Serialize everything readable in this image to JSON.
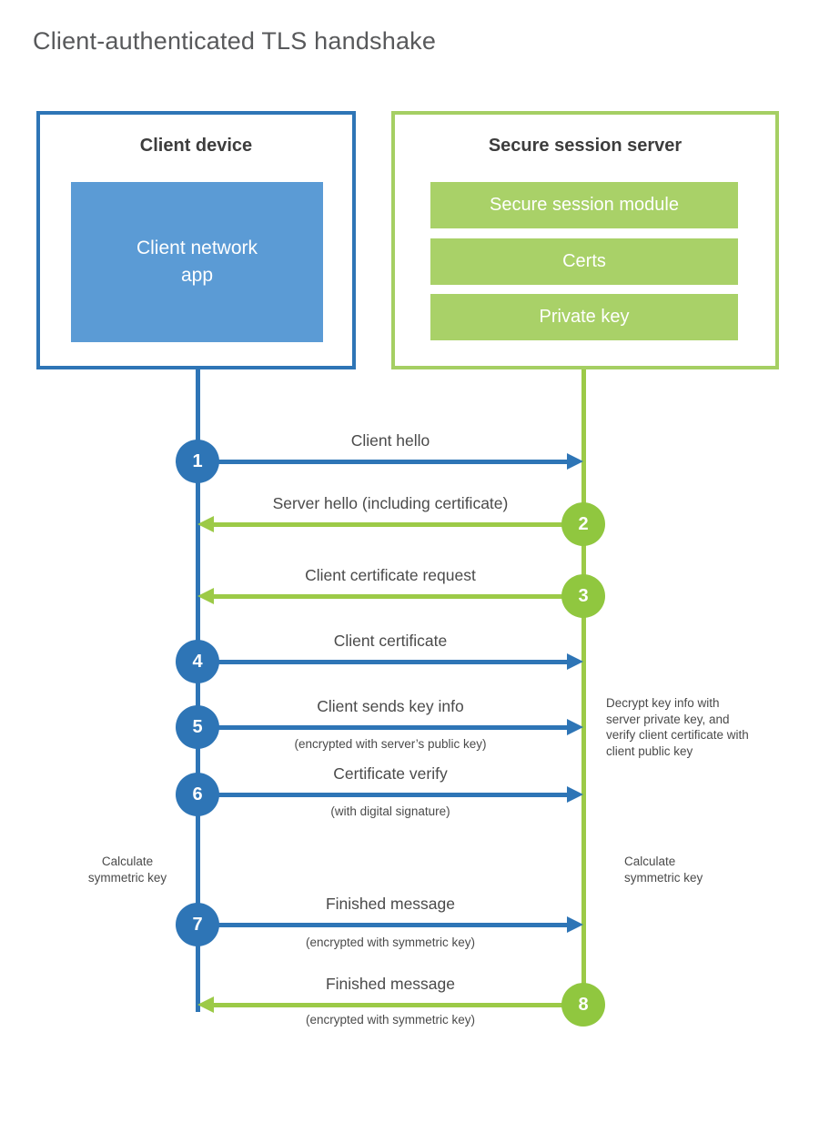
{
  "title": "Client-authenticated TLS handshake",
  "colors": {
    "blue_accent": "#2e75b6",
    "blue_fill": "#5b9bd5",
    "green_accent": "#9cca47",
    "green_circle": "#90c73f",
    "green_fill": "#a9d168",
    "green_border": "#a5cf63",
    "text_dark": "#4a4a4a"
  },
  "client_box": {
    "title": "Client device",
    "module": "Client network\napp"
  },
  "server_box": {
    "title": "Secure session server",
    "modules": [
      "Secure session module",
      "Certs",
      "Private key"
    ]
  },
  "messages": [
    {
      "num": "1",
      "label": "Client hello",
      "sub": "",
      "from": "client",
      "to": "server"
    },
    {
      "num": "2",
      "label": "Server hello (including certificate)",
      "sub": "",
      "from": "server",
      "to": "client"
    },
    {
      "num": "3",
      "label": "Client certificate request",
      "sub": "",
      "from": "server",
      "to": "client"
    },
    {
      "num": "4",
      "label": "Client certificate",
      "sub": "",
      "from": "client",
      "to": "server"
    },
    {
      "num": "5",
      "label": "Client sends key info",
      "sub": "(encrypted with server’s public key)",
      "from": "client",
      "to": "server"
    },
    {
      "num": "6",
      "label": "Certificate verify",
      "sub": "(with digital signature)",
      "from": "client",
      "to": "server"
    },
    {
      "num": "7",
      "label": "Finished message",
      "sub": "(encrypted with symmetric key)",
      "from": "client",
      "to": "server"
    },
    {
      "num": "8",
      "label": "Finished message",
      "sub": "(encrypted with symmetric key)",
      "from": "server",
      "to": "client"
    }
  ],
  "notes": {
    "decrypt": "Decrypt key info with server private key, and verify client certificate with client public key",
    "calc_left": "Calculate symmetric key",
    "calc_right": "Calculate symmetric key"
  }
}
